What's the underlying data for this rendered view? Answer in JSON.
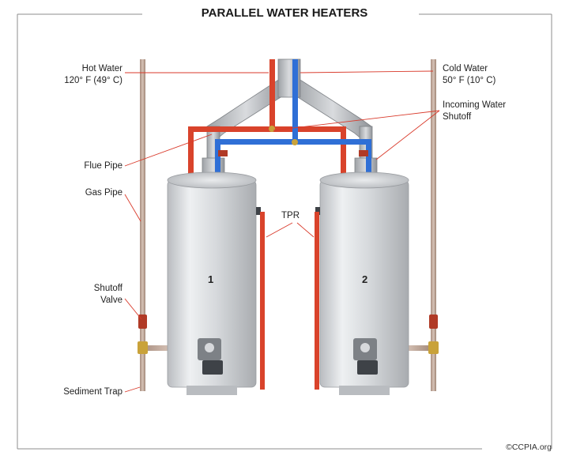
{
  "title": "PARALLEL WATER HEATERS",
  "labels": {
    "hot_water_line1": "Hot Water",
    "hot_water_line2": "120° F (49° C)",
    "cold_water_line1": "Cold Water",
    "cold_water_line2": "50° F (10° C)",
    "incoming_shutoff_line1": "Incoming Water",
    "incoming_shutoff_line2": "Shutoff",
    "flue_pipe": "Flue Pipe",
    "gas_pipe": "Gas Pipe",
    "tpr": "TPR",
    "shutoff_valve_line1": "Shutoff",
    "shutoff_valve_line2": "Valve",
    "sediment_trap": "Sediment Trap",
    "heater_1": "1",
    "heater_2": "2"
  },
  "credit": "©CCPIA.org",
  "colors": {
    "frame": "#8c8c8c",
    "hot_pipe": "#d9432b",
    "cold_pipe": "#2f6fd6",
    "tank": "#d7d9dc",
    "gas_pipe": "#c2a99a",
    "leader": "#d93a2b"
  }
}
